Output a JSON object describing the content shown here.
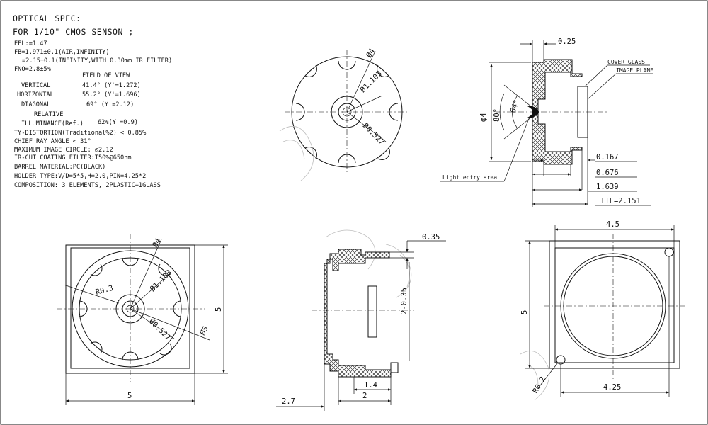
{
  "spec": {
    "title_line1": "OPTICAL      SPEC:",
    "title_line2": "FOR  1/10\" CMOS  SENSON ;",
    "efl": "EFL:=1.47",
    "fb1": "FB=1.971±0.1(AIR,INFINITY)",
    "fb2": "=2.15±0.1(INFINITY,WITH 0.30mm IR FILTER)",
    "fno": "FNO=2.8±5%",
    "fov_header": "FIELD OF VIEW",
    "vertical_label": "VERTICAL",
    "vertical_value": "41.4°  (Y'=1.272)",
    "horizontal_label": "HORIZONTAL",
    "horizontal_value": "55.2°  (Y'=1.696)",
    "diagonal_label": "DIAGONAL",
    "diagonal_value": "69°  (Y'=2.12)",
    "relative_label": "RELATIVE",
    "illuminance_label": "ILLUMINANCE(Ref.)",
    "illuminance_value": "62%(Y'=0.9)",
    "distortion": "TY-DISTORTION(Traditional%2) < 0.85%",
    "cra": "CHIEF RAY ANGLE < 31°",
    "image_circle": "MAXIMUM IMAGE CIRCLE: ⌀2.12",
    "ir_filter": "IR-CUT COATING FILTER:T50%@650nm",
    "barrel": "BARREL MATERIAL:PC(BLACK)",
    "holder": "HOLDER TYPE:V/D=5*5,H=2.0,PIN=4.25*2",
    "composition": "COMPOSITION: 3 ELEMENTS, 2PLASTIC+1GLASS"
  },
  "top_front_view": {
    "dia_outer": "Ø4",
    "dia_mid": "Ø1.103",
    "dia_inner": "Ø0.527"
  },
  "section_view": {
    "dim_025": "0.25",
    "dim_d4": "φ4",
    "angle_80": "80°",
    "angle_64": "64°",
    "cover_glass": "COVER GLASS",
    "image_plane": "IMAGE PLANE",
    "dim_0167": "0.167",
    "dim_0676": "0.676",
    "dim_1639": "1.639",
    "ttl": "TTL=2.151",
    "light_entry": "Light entry area"
  },
  "bottom_front_view": {
    "dia_outer": "Ø4",
    "dia_mid": "Ø1.103",
    "dia_inner": "Ø0.527",
    "radius": "R0.3",
    "dia_5": "Ø5",
    "width": "5",
    "height": "5"
  },
  "side_view": {
    "dim_035": "0.35",
    "dim_2_035": "2-0.35",
    "dim_14": "1.4",
    "dim_2": "2",
    "dim_27": "2.7"
  },
  "back_view": {
    "width_top": "4.5",
    "height": "5",
    "width_bottom": "4.25",
    "radius": "R0.2"
  }
}
